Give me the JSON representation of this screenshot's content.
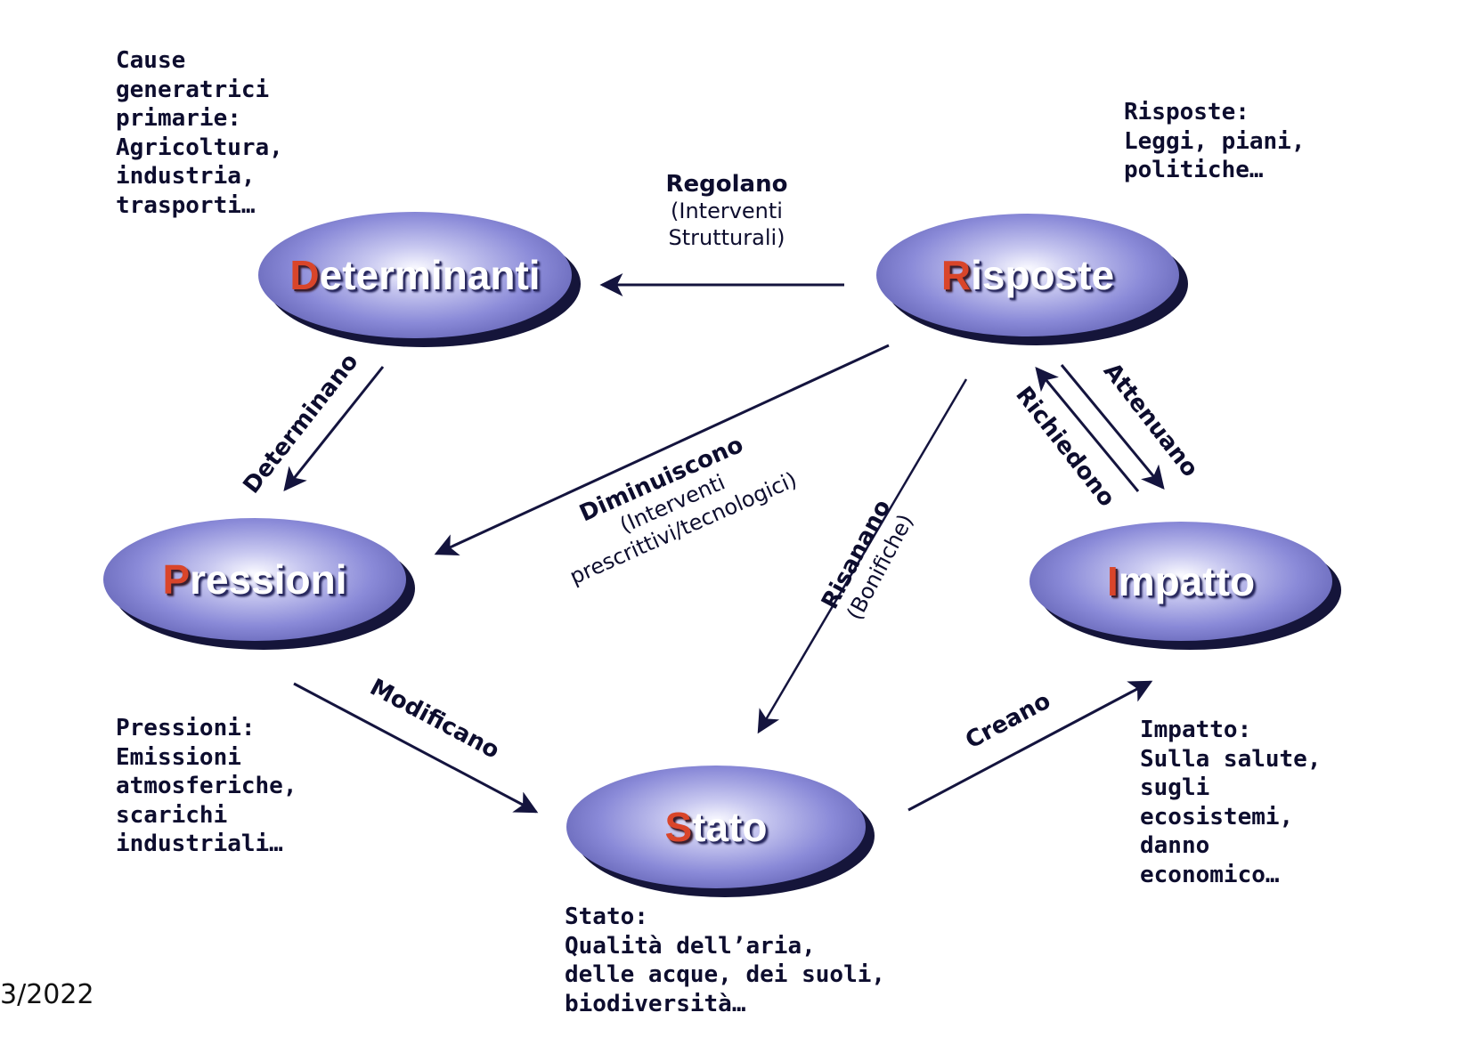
{
  "nodes": {
    "determinanti": {
      "initial": "D",
      "rest": "eterminanti"
    },
    "risposte": {
      "initial": "R",
      "rest": "isposte"
    },
    "pressioni": {
      "initial": "P",
      "rest": "ressioni"
    },
    "impatto": {
      "initial": "I",
      "rest": "mpatto"
    },
    "stato": {
      "initial": "S",
      "rest": "tato"
    }
  },
  "notes": {
    "determinanti": [
      "Cause",
      "generatrici",
      "primarie:",
      "Agricoltura,",
      "industria,",
      "trasporti…"
    ],
    "risposte": [
      "Risposte:",
      "Leggi, piani,",
      "politiche…"
    ],
    "pressioni": [
      "Pressioni:",
      "Emissioni",
      "atmosferiche,",
      "scarichi",
      "industriali…"
    ],
    "impatto": [
      "Impatto:",
      "Sulla salute,",
      "sugli",
      "ecosistemi,",
      "danno",
      "economico…"
    ],
    "stato": [
      "Stato:",
      "Qualità dell’aria,",
      "delle acque, dei suoli,",
      "biodiversità…"
    ]
  },
  "edges": {
    "regolano": {
      "verb": "Regolano",
      "sub1": "(Interventi",
      "sub2": "Strutturali)"
    },
    "determinano": {
      "verb": "Determinano"
    },
    "diminuiscono": {
      "verb": "Diminuiscono",
      "sub1": "(Interventi",
      "sub2": "prescrittivi/tecnologici)"
    },
    "risanano": {
      "verb": "Risanano",
      "sub1": "(Bonifiche)"
    },
    "richiedono": {
      "verb": "Richiedono"
    },
    "attenuano": {
      "verb": "Attenuano"
    },
    "modificano": {
      "verb": "Modificano"
    },
    "creano": {
      "verb": "Creano"
    }
  },
  "footer": {
    "text": "3/2022"
  },
  "colors": {
    "ellipse": "#6a6ac2",
    "initial": "#d9452a",
    "arrow": "#14143e",
    "text": "#0d0d2e"
  }
}
